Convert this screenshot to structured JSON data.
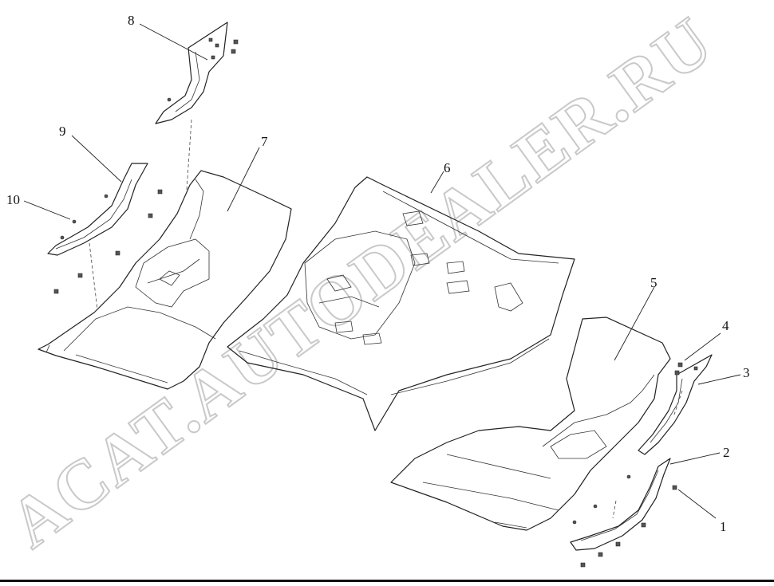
{
  "diagram": {
    "callouts": [
      {
        "id": "c1",
        "label": "1"
      },
      {
        "id": "c2",
        "label": "2"
      },
      {
        "id": "c3",
        "label": "3"
      },
      {
        "id": "c4",
        "label": "4"
      },
      {
        "id": "c5",
        "label": "5"
      },
      {
        "id": "c6",
        "label": "6"
      },
      {
        "id": "c7",
        "label": "7"
      },
      {
        "id": "c8",
        "label": "8"
      },
      {
        "id": "c9",
        "label": "9"
      },
      {
        "id": "c10",
        "label": "10"
      }
    ],
    "watermark": "ACAT.AUTODEALER.RU",
    "colors": {
      "line": "#222222",
      "watermark": "#c9c9c9",
      "background": "#ffffff"
    }
  }
}
